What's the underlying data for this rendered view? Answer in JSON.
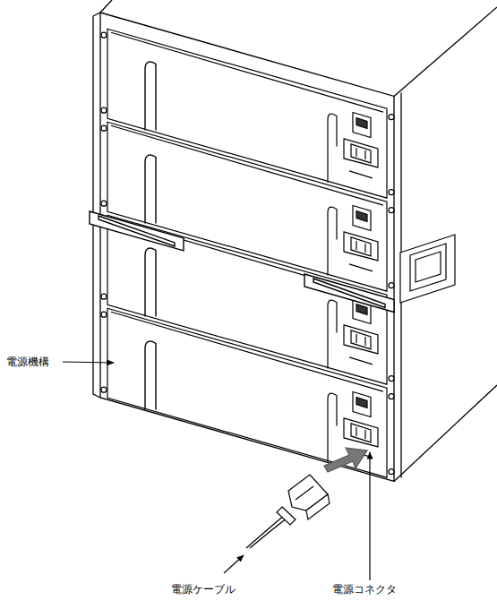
{
  "diagram": {
    "labels": [
      "電源機構",
      "電源ケーブル",
      "電源コネクタ"
    ]
  }
}
